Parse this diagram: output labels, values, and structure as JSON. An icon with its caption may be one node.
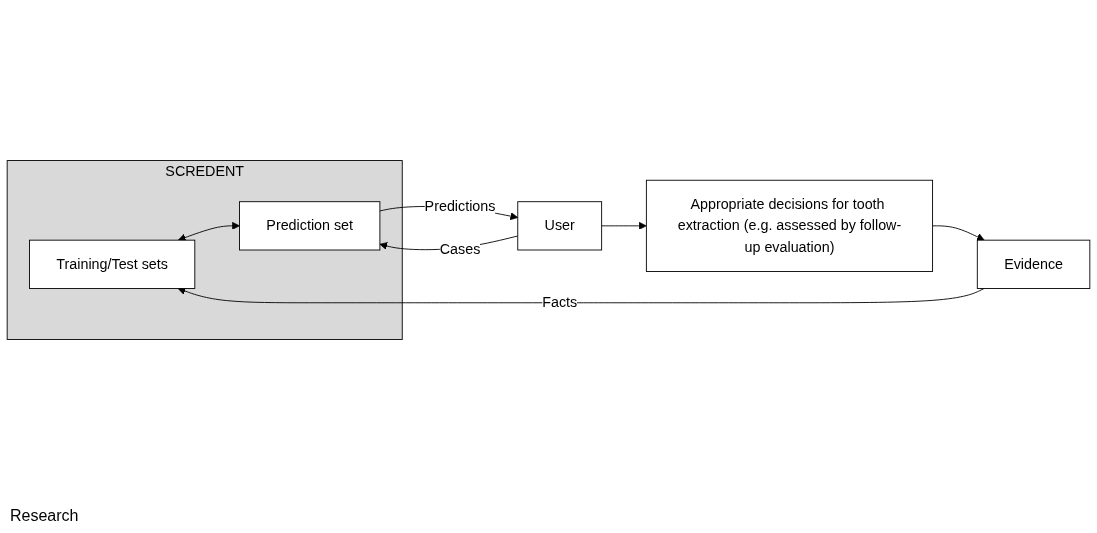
{
  "diagram": {
    "nodes": [
      {
        "text": [
          "SCREDENT"
        ]
      },
      {
        "text": [
          "Training/Test sets"
        ],
        "in": 0
      },
      {
        "text": [
          "Evidence"
        ]
      },
      {
        "text": [
          "User"
        ]
      },
      {
        "text": [
          "Prediction set"
        ],
        "in": 0
      },
      {
        "text": [
          "Appropriate decisions for tooth extraction (e.g. assessed by follow-up evaluation)"
        ]
      }
    ],
    "edges": [
      {
        "from": 2,
        "to": 1,
        "arrow": "to",
        "label": "Facts"
      },
      {
        "from": 1,
        "to": 4,
        "arrow": "both"
      },
      {
        "from": 3,
        "to": 4,
        "arrow": "to",
        "label": "Cases"
      },
      {
        "from": 4,
        "to": 3,
        "arrow": "to",
        "label": "Predictions"
      },
      {
        "from": 3,
        "to": 5,
        "arrow": "to"
      },
      {
        "from": 5,
        "to": 2,
        "arrow": "to"
      }
    ],
    "labels": [
      "Research"
    ]
  }
}
